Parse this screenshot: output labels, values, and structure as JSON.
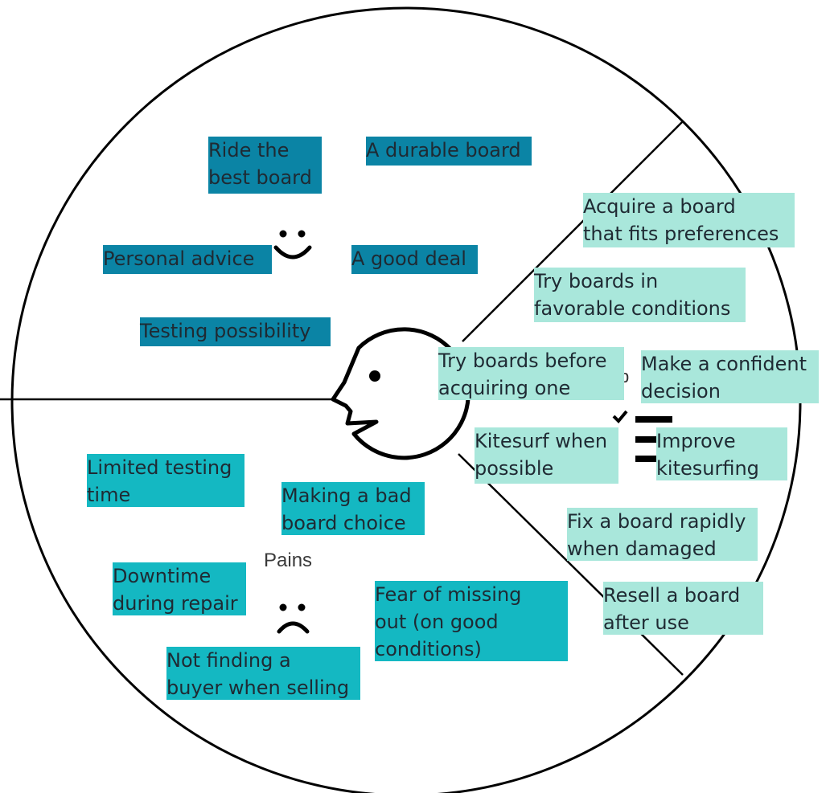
{
  "colors": {
    "gain": "#0b84a5",
    "pain": "#14b8c2",
    "job": "#a9e7db",
    "line": "#000000"
  },
  "section_labels": {
    "pains": "Pains"
  },
  "gains": [
    {
      "text": "Ride the\nbest board"
    },
    {
      "text": "A durable board"
    },
    {
      "text": "Personal advice"
    },
    {
      "text": "A good deal"
    },
    {
      "text": "Testing possibility"
    }
  ],
  "pains": [
    {
      "text": "Limited testing\ntime"
    },
    {
      "text": "Making a bad\nboard choice"
    },
    {
      "text": "Downtime\nduring repair"
    },
    {
      "text": "Fear of missing\nout (on good\nconditions)"
    },
    {
      "text": "Not finding a\nbuyer when selling"
    }
  ],
  "jobs": [
    {
      "text": "Acquire a board\nthat fits preferences"
    },
    {
      "text": "Try boards in\nfavorable conditions"
    },
    {
      "text": "Try boards before\nacquiring one"
    },
    {
      "text": "Make a confident\ndecision"
    },
    {
      "text": "Kitesurf when\npossible"
    },
    {
      "text": "Improve\nkitesurfing"
    },
    {
      "text": "Fix a board rapidly\nwhen damaged"
    },
    {
      "text": "Resell a board\nafter use"
    }
  ],
  "icons": [
    "smile-icon",
    "frown-icon",
    "customer-head-icon",
    "jobs-checklist-icon"
  ]
}
